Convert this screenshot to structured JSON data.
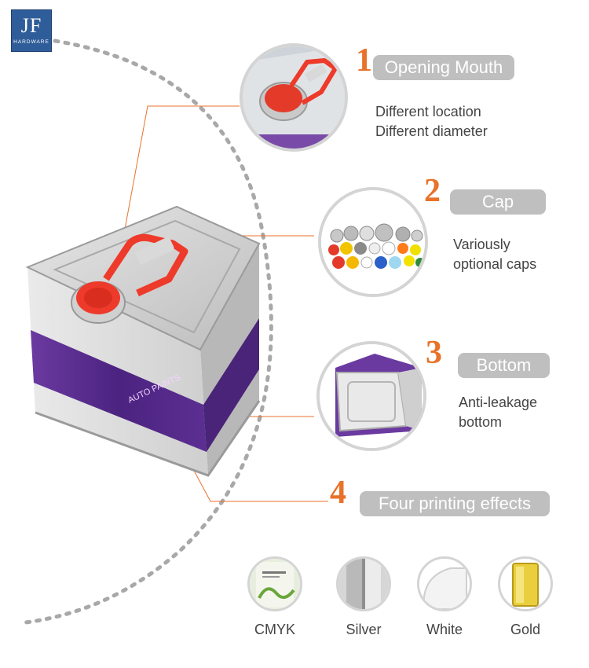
{
  "logo": {
    "mark": "JF",
    "sub": "HARDWARE"
  },
  "features": [
    {
      "number": "1",
      "title": "Opening Mouth",
      "desc": [
        "Different location",
        "Different diameter"
      ]
    },
    {
      "number": "2",
      "title": "Cap",
      "desc": [
        "Variously",
        "optional caps"
      ]
    },
    {
      "number": "3",
      "title": "Bottom",
      "desc": [
        "Anti-leakage",
        "bottom"
      ]
    },
    {
      "number": "4",
      "title": "Four printing effects",
      "desc": []
    }
  ],
  "effects": [
    {
      "label": "CMYK"
    },
    {
      "label": "Silver"
    },
    {
      "label": "White"
    },
    {
      "label": "Gold"
    }
  ],
  "can_print": {
    "brand": "AUTO PAINTS"
  },
  "colors": {
    "accent": "#e8722a",
    "tag_bg": "#bfbfbf",
    "handle": "#ee3a2a",
    "label_purple": "#5b2d8e"
  }
}
